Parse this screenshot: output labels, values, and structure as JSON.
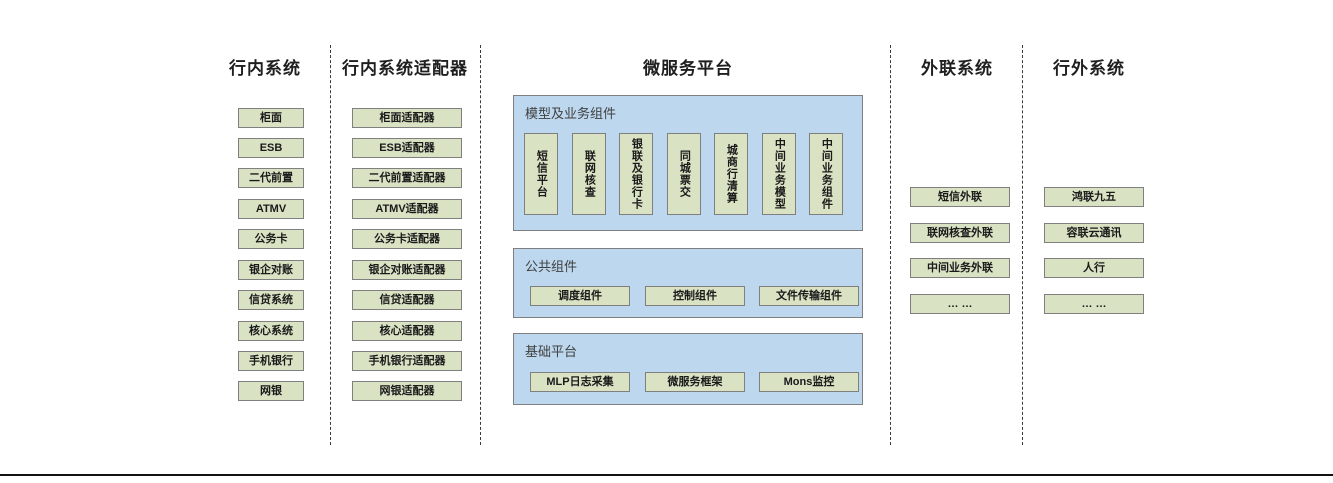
{
  "diagram": {
    "columns": [
      {
        "id": "in-bank-systems",
        "title": "行内系统",
        "items": [
          "柜面",
          "ESB",
          "二代前置",
          "ATMV",
          "公务卡",
          "银企对账",
          "信贷系统",
          "核心系统",
          "手机银行",
          "网银"
        ]
      },
      {
        "id": "in-bank-adapters",
        "title": "行内系统适配器",
        "items": [
          "柜面适配器",
          "ESB适配器",
          "二代前置适配器",
          "ATMV适配器",
          "公务卡适配器",
          "银企对账适配器",
          "信贷适配器",
          "核心适配器",
          "手机银行适配器",
          "网银适配器"
        ]
      },
      {
        "id": "microservice-platform",
        "title": "微服务平台",
        "panels": [
          {
            "id": "model-business-components",
            "title": "模型及业务组件",
            "orientation": "vertical",
            "items": [
              "短信平台",
              "联网核查",
              "银联及银行卡",
              "同城票交",
              "城商行清算",
              "中间业务模型",
              "中间业务组件"
            ]
          },
          {
            "id": "public-components",
            "title": "公共组件",
            "orientation": "horizontal",
            "items": [
              "调度组件",
              "控制组件",
              "文件传输组件"
            ]
          },
          {
            "id": "base-platform",
            "title": "基础平台",
            "orientation": "horizontal",
            "items": [
              "MLP日志采集",
              "微服务框架",
              "Mons监控"
            ]
          }
        ]
      },
      {
        "id": "external-link-systems",
        "title": "外联系统",
        "items": [
          "短信外联",
          "联网核查外联",
          "中间业务外联",
          "… …"
        ]
      },
      {
        "id": "out-of-bank-systems",
        "title": "行外系统",
        "items": [
          "鸿联九五",
          "容联云通讯",
          "人行",
          "… …"
        ]
      }
    ],
    "colors": {
      "node_fill": "#d9e3c4",
      "node_border": "#7f7f7f",
      "panel_fill": "#bdd7ee",
      "panel_border": "#7f7f7f",
      "divider": "#3a3a3a",
      "title_text": "#1f1f1f",
      "panel_title_text": "#404040"
    }
  }
}
